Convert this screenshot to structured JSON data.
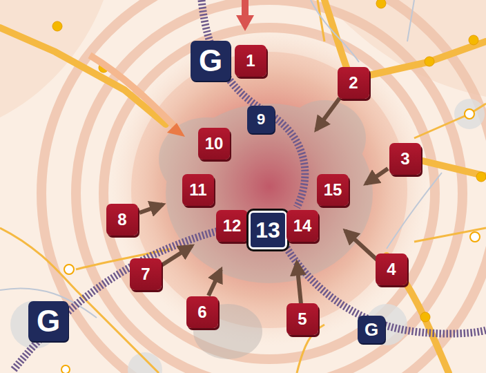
{
  "diagram": {
    "nodes": [
      {
        "text": [
          "G"
        ]
      },
      {
        "text": [
          "1"
        ]
      },
      {
        "text": [
          "2"
        ]
      },
      {
        "text": [
          "9"
        ]
      },
      {
        "text": [
          "10"
        ]
      },
      {
        "text": [
          "3"
        ]
      },
      {
        "text": [
          "11"
        ]
      },
      {
        "text": [
          "15"
        ]
      },
      {
        "text": [
          "8"
        ]
      },
      {
        "text": [
          "12"
        ]
      },
      {
        "text": [
          "13"
        ]
      },
      {
        "text": [
          "14"
        ]
      },
      {
        "text": [
          "4"
        ]
      },
      {
        "text": [
          "7"
        ]
      },
      {
        "text": [
          "6"
        ]
      },
      {
        "text": [
          "5"
        ]
      },
      {
        "text": [
          "G"
        ]
      },
      {
        "text": [
          "G"
        ]
      }
    ]
  }
}
